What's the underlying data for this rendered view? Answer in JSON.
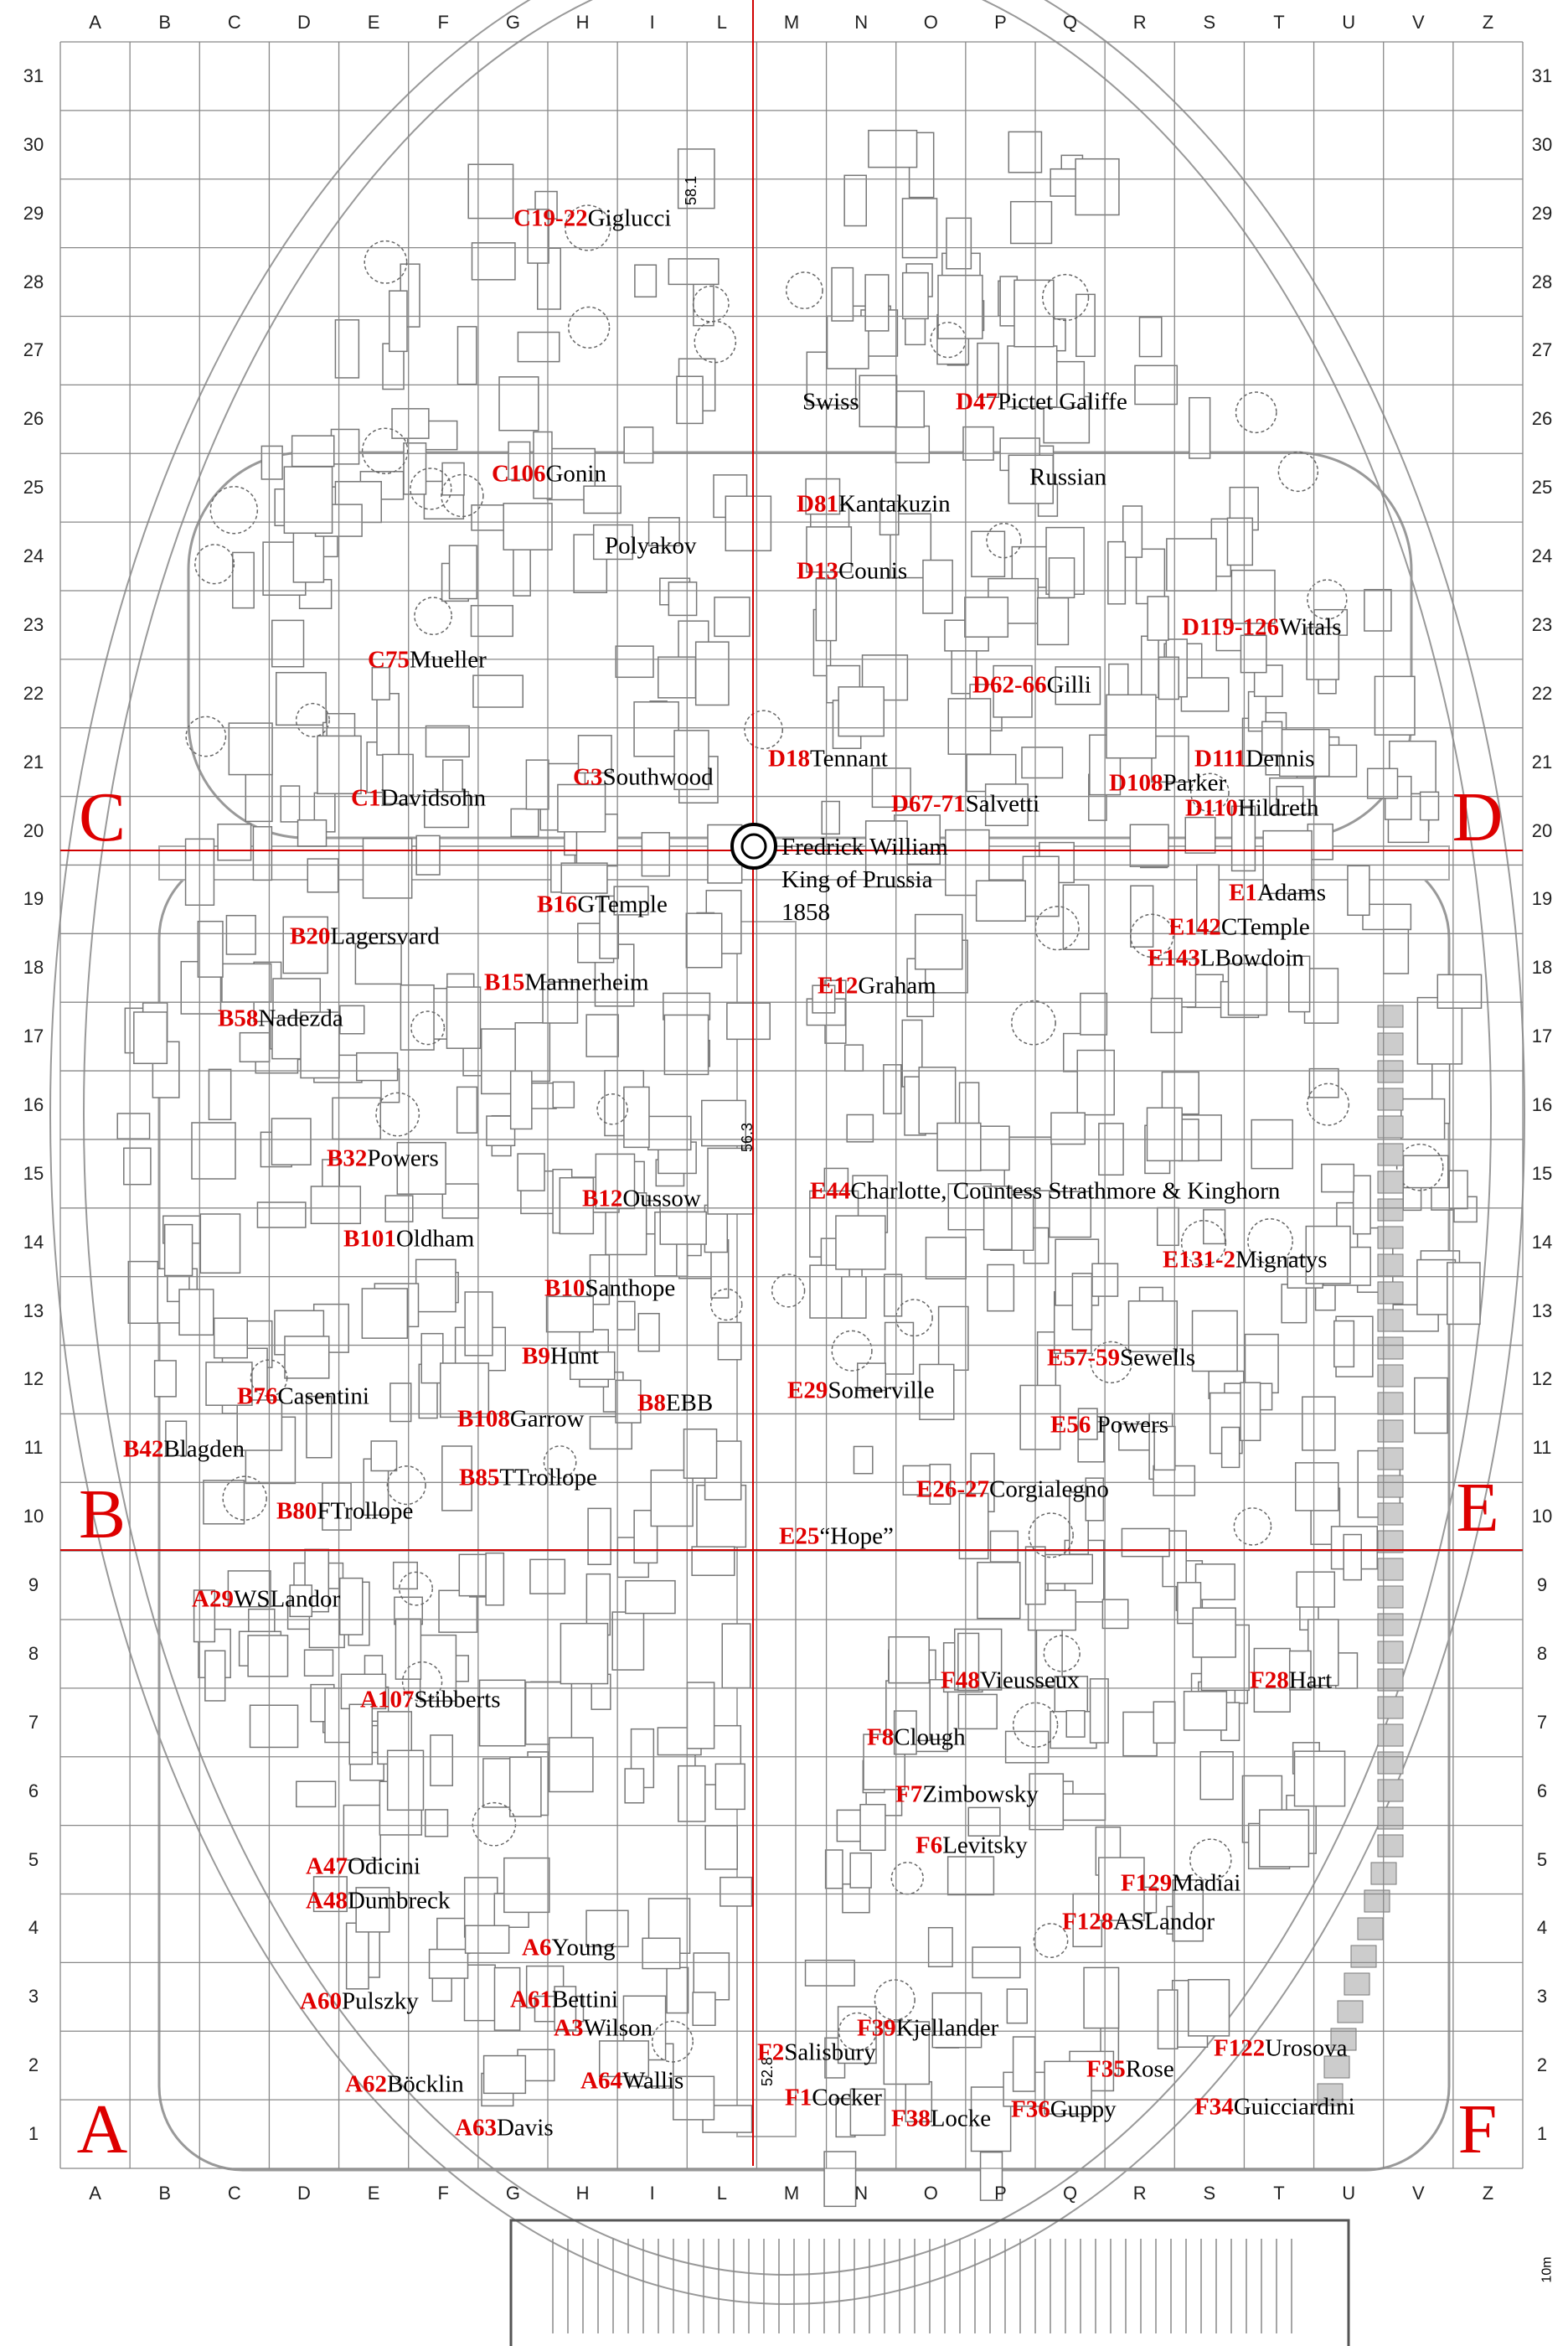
{
  "grid": {
    "columns": [
      "A",
      "B",
      "C",
      "D",
      "E",
      "F",
      "G",
      "H",
      "I",
      "L",
      "M",
      "N",
      "O",
      "P",
      "Q",
      "R",
      "S",
      "T",
      "U",
      "V",
      "Z"
    ],
    "rows": [
      "31",
      "30",
      "29",
      "28",
      "27",
      "26",
      "25",
      "24",
      "23",
      "22",
      "21",
      "20",
      "19",
      "18",
      "17",
      "16",
      "15",
      "14",
      "13",
      "12",
      "11",
      "10",
      "9",
      "8",
      "7",
      "6",
      "5",
      "4",
      "3",
      "2",
      "1"
    ]
  },
  "sections": [
    "C",
    "D",
    "B",
    "E",
    "A",
    "F"
  ],
  "monument": {
    "line1": "Fredrick William",
    "line2": "King of Prussia",
    "line3": "1858"
  },
  "elevations": [
    "58.1",
    "56.3",
    "52.8"
  ],
  "scale_label": "10m",
  "colors": {
    "code": "#e00000",
    "grid": "#888888",
    "axis": "#d00000"
  },
  "labels": [
    {
      "code": "C19-22",
      "name": "Giglucci"
    },
    {
      "code": "C106",
      "name": "Gonin"
    },
    {
      "code": "",
      "name": "Polyakov"
    },
    {
      "code": "C75",
      "name": "Mueller"
    },
    {
      "code": "C1",
      "name": "Davidsohn"
    },
    {
      "code": "C3",
      "name": "Southwood"
    },
    {
      "code": "",
      "name": "Swiss"
    },
    {
      "code": "D47",
      "name": "Pictet Galiffe"
    },
    {
      "code": "",
      "name": "Russian"
    },
    {
      "code": "D81",
      "name": "Kantakuzin"
    },
    {
      "code": "D13",
      "name": "Counis"
    },
    {
      "code": "D119-126",
      "name": "Witals"
    },
    {
      "code": "D62-66",
      "name": "Gilli"
    },
    {
      "code": "D18",
      "name": "Tennant"
    },
    {
      "code": "D67-71",
      "name": "Salvetti"
    },
    {
      "code": "D108",
      "name": "Parker"
    },
    {
      "code": "D111",
      "name": "Dennis"
    },
    {
      "code": "D110",
      "name": "Hildreth"
    },
    {
      "code": "B16",
      "name": "GTemple"
    },
    {
      "code": "B20",
      "name": "Lagersvard"
    },
    {
      "code": "B15",
      "name": "Mannerheim"
    },
    {
      "code": "B58",
      "name": "Nadezda"
    },
    {
      "code": "B32",
      "name": "Powers"
    },
    {
      "code": "B12",
      "name": "Oussow"
    },
    {
      "code": "B101",
      "name": "Oldham"
    },
    {
      "code": "B10",
      "name": "Santhope"
    },
    {
      "code": "B9",
      "name": "Hunt"
    },
    {
      "code": "B8",
      "name": "EBB"
    },
    {
      "code": "B76",
      "name": "Casentini"
    },
    {
      "code": "B108",
      "name": "Garrow"
    },
    {
      "code": "B42",
      "name": "Blagden"
    },
    {
      "code": "B85",
      "name": "TTrollope"
    },
    {
      "code": "B80",
      "name": "FTrollope"
    },
    {
      "code": "E1",
      "name": "Adams"
    },
    {
      "code": "E142",
      "name": "CTemple"
    },
    {
      "code": "E143",
      "name": "LBowdoin"
    },
    {
      "code": "E12",
      "name": "Graham"
    },
    {
      "code": "E44",
      "name": "Charlotte, Countess Strathmore & Kinghorn"
    },
    {
      "code": "E131-2",
      "name": "Mignatys"
    },
    {
      "code": "E57-59",
      "name": "Sewells"
    },
    {
      "code": "E29",
      "name": "Somerville"
    },
    {
      "code": "E56",
      "name": " Powers"
    },
    {
      "code": "E26-27",
      "name": "Corgialegno"
    },
    {
      "code": "E25",
      "name": "“Hope”"
    },
    {
      "code": "A29",
      "name": "WSLandor"
    },
    {
      "code": "F48",
      "name": "Vieusseux"
    },
    {
      "code": "F28",
      "name": "Hart"
    },
    {
      "code": "A107",
      "name": "Stibberts"
    },
    {
      "code": "F8",
      "name": "Clough"
    },
    {
      "code": "F7",
      "name": "Zimbowsky"
    },
    {
      "code": "F6",
      "name": "Levitsky"
    },
    {
      "code": "A47",
      "name": "Odicini"
    },
    {
      "code": "F129",
      "name": "Madiai"
    },
    {
      "code": "A48",
      "name": "Dumbreck"
    },
    {
      "code": "F128",
      "name": "ASLandor"
    },
    {
      "code": "A6",
      "name": "Young"
    },
    {
      "code": "A60",
      "name": "Pulszky"
    },
    {
      "code": "A61",
      "name": "Bettini"
    },
    {
      "code": "A3",
      "name": "Wilson"
    },
    {
      "code": "F39",
      "name": "Kjellander"
    },
    {
      "code": "F2",
      "name": "Salisbury"
    },
    {
      "code": "F122",
      "name": "Urosova"
    },
    {
      "code": "F35",
      "name": "Rose"
    },
    {
      "code": "A62",
      "name": "Böcklin"
    },
    {
      "code": "A64",
      "name": "Wallis"
    },
    {
      "code": "F1",
      "name": "Cocker"
    },
    {
      "code": "F38",
      "name": "Locke"
    },
    {
      "code": "F36",
      "name": "Guppy"
    },
    {
      "code": "F34",
      "name": "Guicciardini"
    },
    {
      "code": "A63",
      "name": "Davis"
    }
  ]
}
